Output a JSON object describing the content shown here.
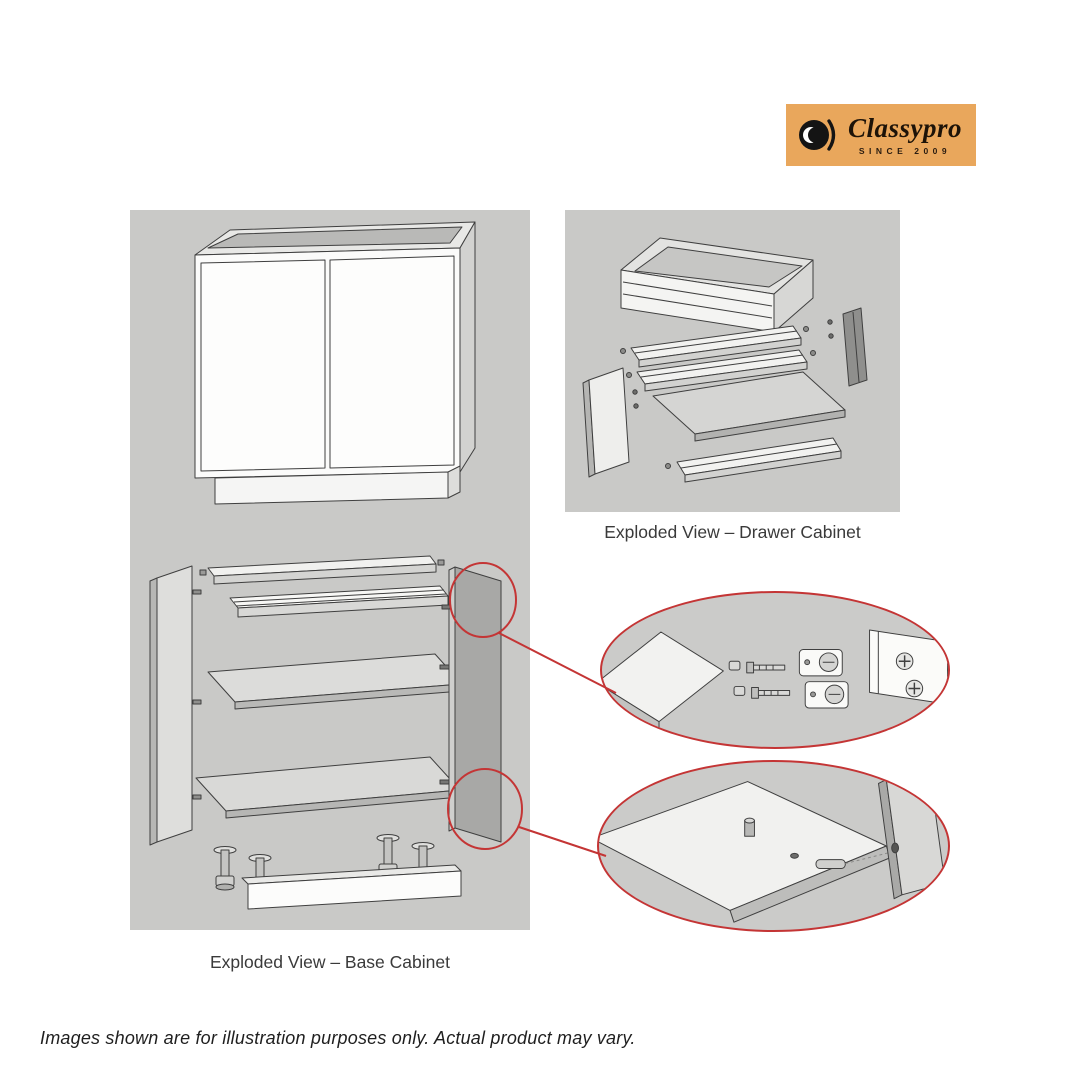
{
  "logo": {
    "name": "Classypro",
    "tagline": "SINCE 2009"
  },
  "captions": {
    "drawer": "Exploded View – Drawer Cabinet",
    "base": "Exploded View – Base Cabinet"
  },
  "footer": {
    "disclaimer": "Images shown are for illustration purposes only. Actual product may vary."
  },
  "colors": {
    "logo_bg": "#e9a75c",
    "panel_bg": "#c9c9c7",
    "callout_red": "#c43535",
    "outline": "#3f3f3f"
  },
  "illustrations": {
    "assembled_base_cabinet": "assembled-base-cabinet",
    "exploded_base_cabinet": "exploded-base-cabinet",
    "exploded_drawer": "exploded-drawer-box",
    "detail_top": "cam-lock-and-bolt-fittings-detail",
    "detail_bottom": "wooden-dowel-fitting-detail"
  }
}
